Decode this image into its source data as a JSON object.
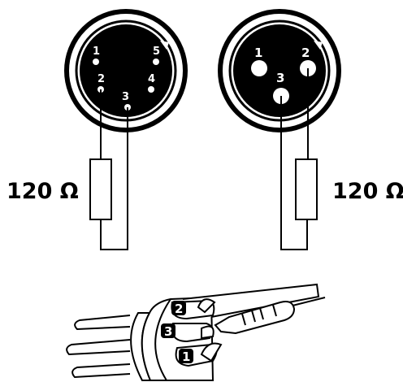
{
  "left_connector": {
    "type_icon": "xlr-5-pin-connector-icon",
    "pins": [
      "1",
      "2",
      "3",
      "4",
      "5"
    ],
    "resistor_label": "120 Ω"
  },
  "right_connector": {
    "type_icon": "xlr-3-pin-connector-icon",
    "pins": [
      "1",
      "2",
      "3"
    ],
    "resistor_label": "120 Ω"
  },
  "plug_illustration": {
    "icon": "xlr-plug-with-resistor-icon",
    "pins": [
      "2",
      "3",
      "1"
    ]
  },
  "colors": {
    "ink": "#000000",
    "background": "#ffffff"
  }
}
